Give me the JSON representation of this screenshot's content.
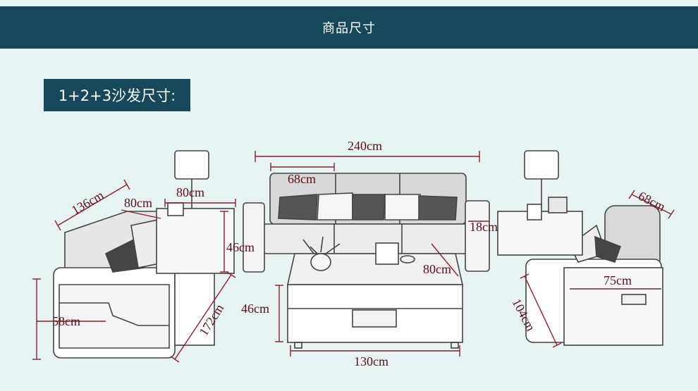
{
  "header": {
    "title": "商品尺寸"
  },
  "section": {
    "title": "1+2+3沙发尺寸:"
  },
  "dimensions": {
    "three_seat_width": "240cm",
    "three_seat_cushion_width": "68cm",
    "armrest_width": "18cm",
    "seat_height": "46cm",
    "table_depth": "80cm",
    "table_width": "130cm",
    "table_height": "46cm",
    "side_table_width": "80cm",
    "loveseat_depth": "80cm",
    "loveseat_width": "136cm",
    "loveseat_length": "172cm",
    "back_height": "58cm",
    "single_width": "68cm",
    "single_depth": "75cm",
    "single_length": "104cm"
  },
  "colors": {
    "banner": "#17485a",
    "background": "#e8f3f4",
    "dimension_line": "#8b1f2b"
  }
}
